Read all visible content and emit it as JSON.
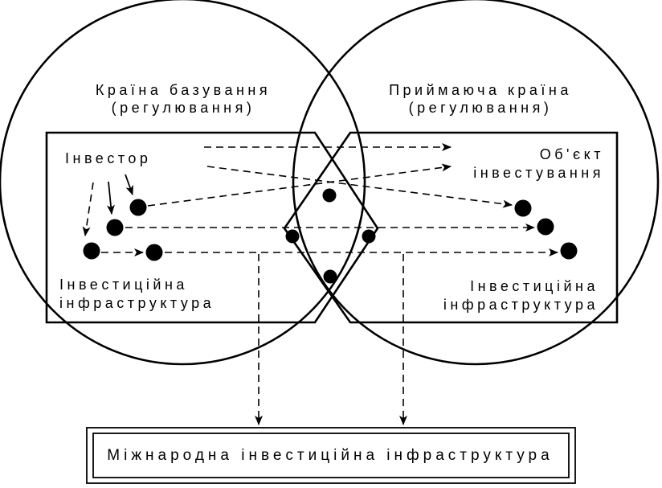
{
  "diagram": {
    "home_country": {
      "title": "Країна базування",
      "subtitle": "(регулювання)"
    },
    "host_country": {
      "title": "Приймаюча країна",
      "subtitle": "(регулювання)"
    },
    "investor": "Інвестор",
    "investment_object": {
      "line1": "Об'єкт",
      "line2": "інвестування"
    },
    "home_infrastructure": {
      "line1": "Інвестиційна",
      "line2": "інфраструктура"
    },
    "host_infrastructure": {
      "line1": "Інвестиційна",
      "line2": "інфраструктура"
    },
    "international_infrastructure": "Міжнародна інвестиційна інфраструктура"
  }
}
